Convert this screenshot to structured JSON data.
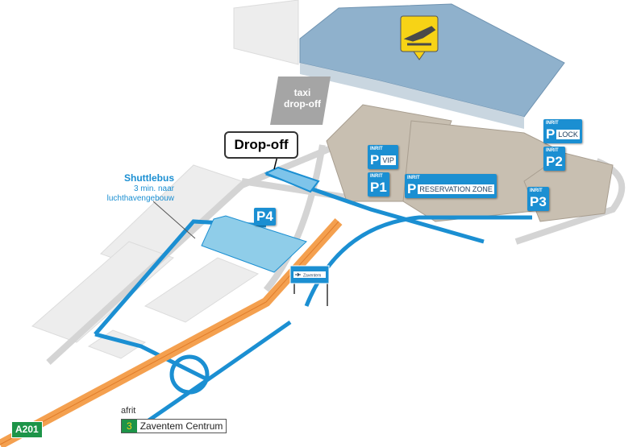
{
  "colors": {
    "road": "#1b8fd2",
    "highway": "#f4a04f",
    "terminal": "#7fa6c4",
    "parking_building": "#c8bfb1",
    "building": "#ececec",
    "sign_green": "#1d9448",
    "sign_yellow": "#f7d316"
  },
  "terminal_sign": {
    "icon": "airplane-departure-icon"
  },
  "taxi": {
    "line1": "taxi",
    "line2": "drop-off"
  },
  "dropoff": {
    "label": "Drop-off"
  },
  "shuttle": {
    "title": "Shuttlebus",
    "line2": "3 min. naar",
    "line3": "luchthavengebouw"
  },
  "parkings": {
    "entry": "INRIT",
    "p": "P",
    "vip": "VIP",
    "p1": "P1",
    "reservation": "RESERVATION ZONE",
    "lock": "LOCK",
    "p2": "P2",
    "p3": "P3",
    "p4": "P4"
  },
  "road_sign": {
    "icon": "airplane-icon",
    "text": "Zaventem"
  },
  "highway": {
    "name": "A201"
  },
  "exit": {
    "label": "afrit",
    "number": "3",
    "destination": "Zaventem Centrum"
  }
}
